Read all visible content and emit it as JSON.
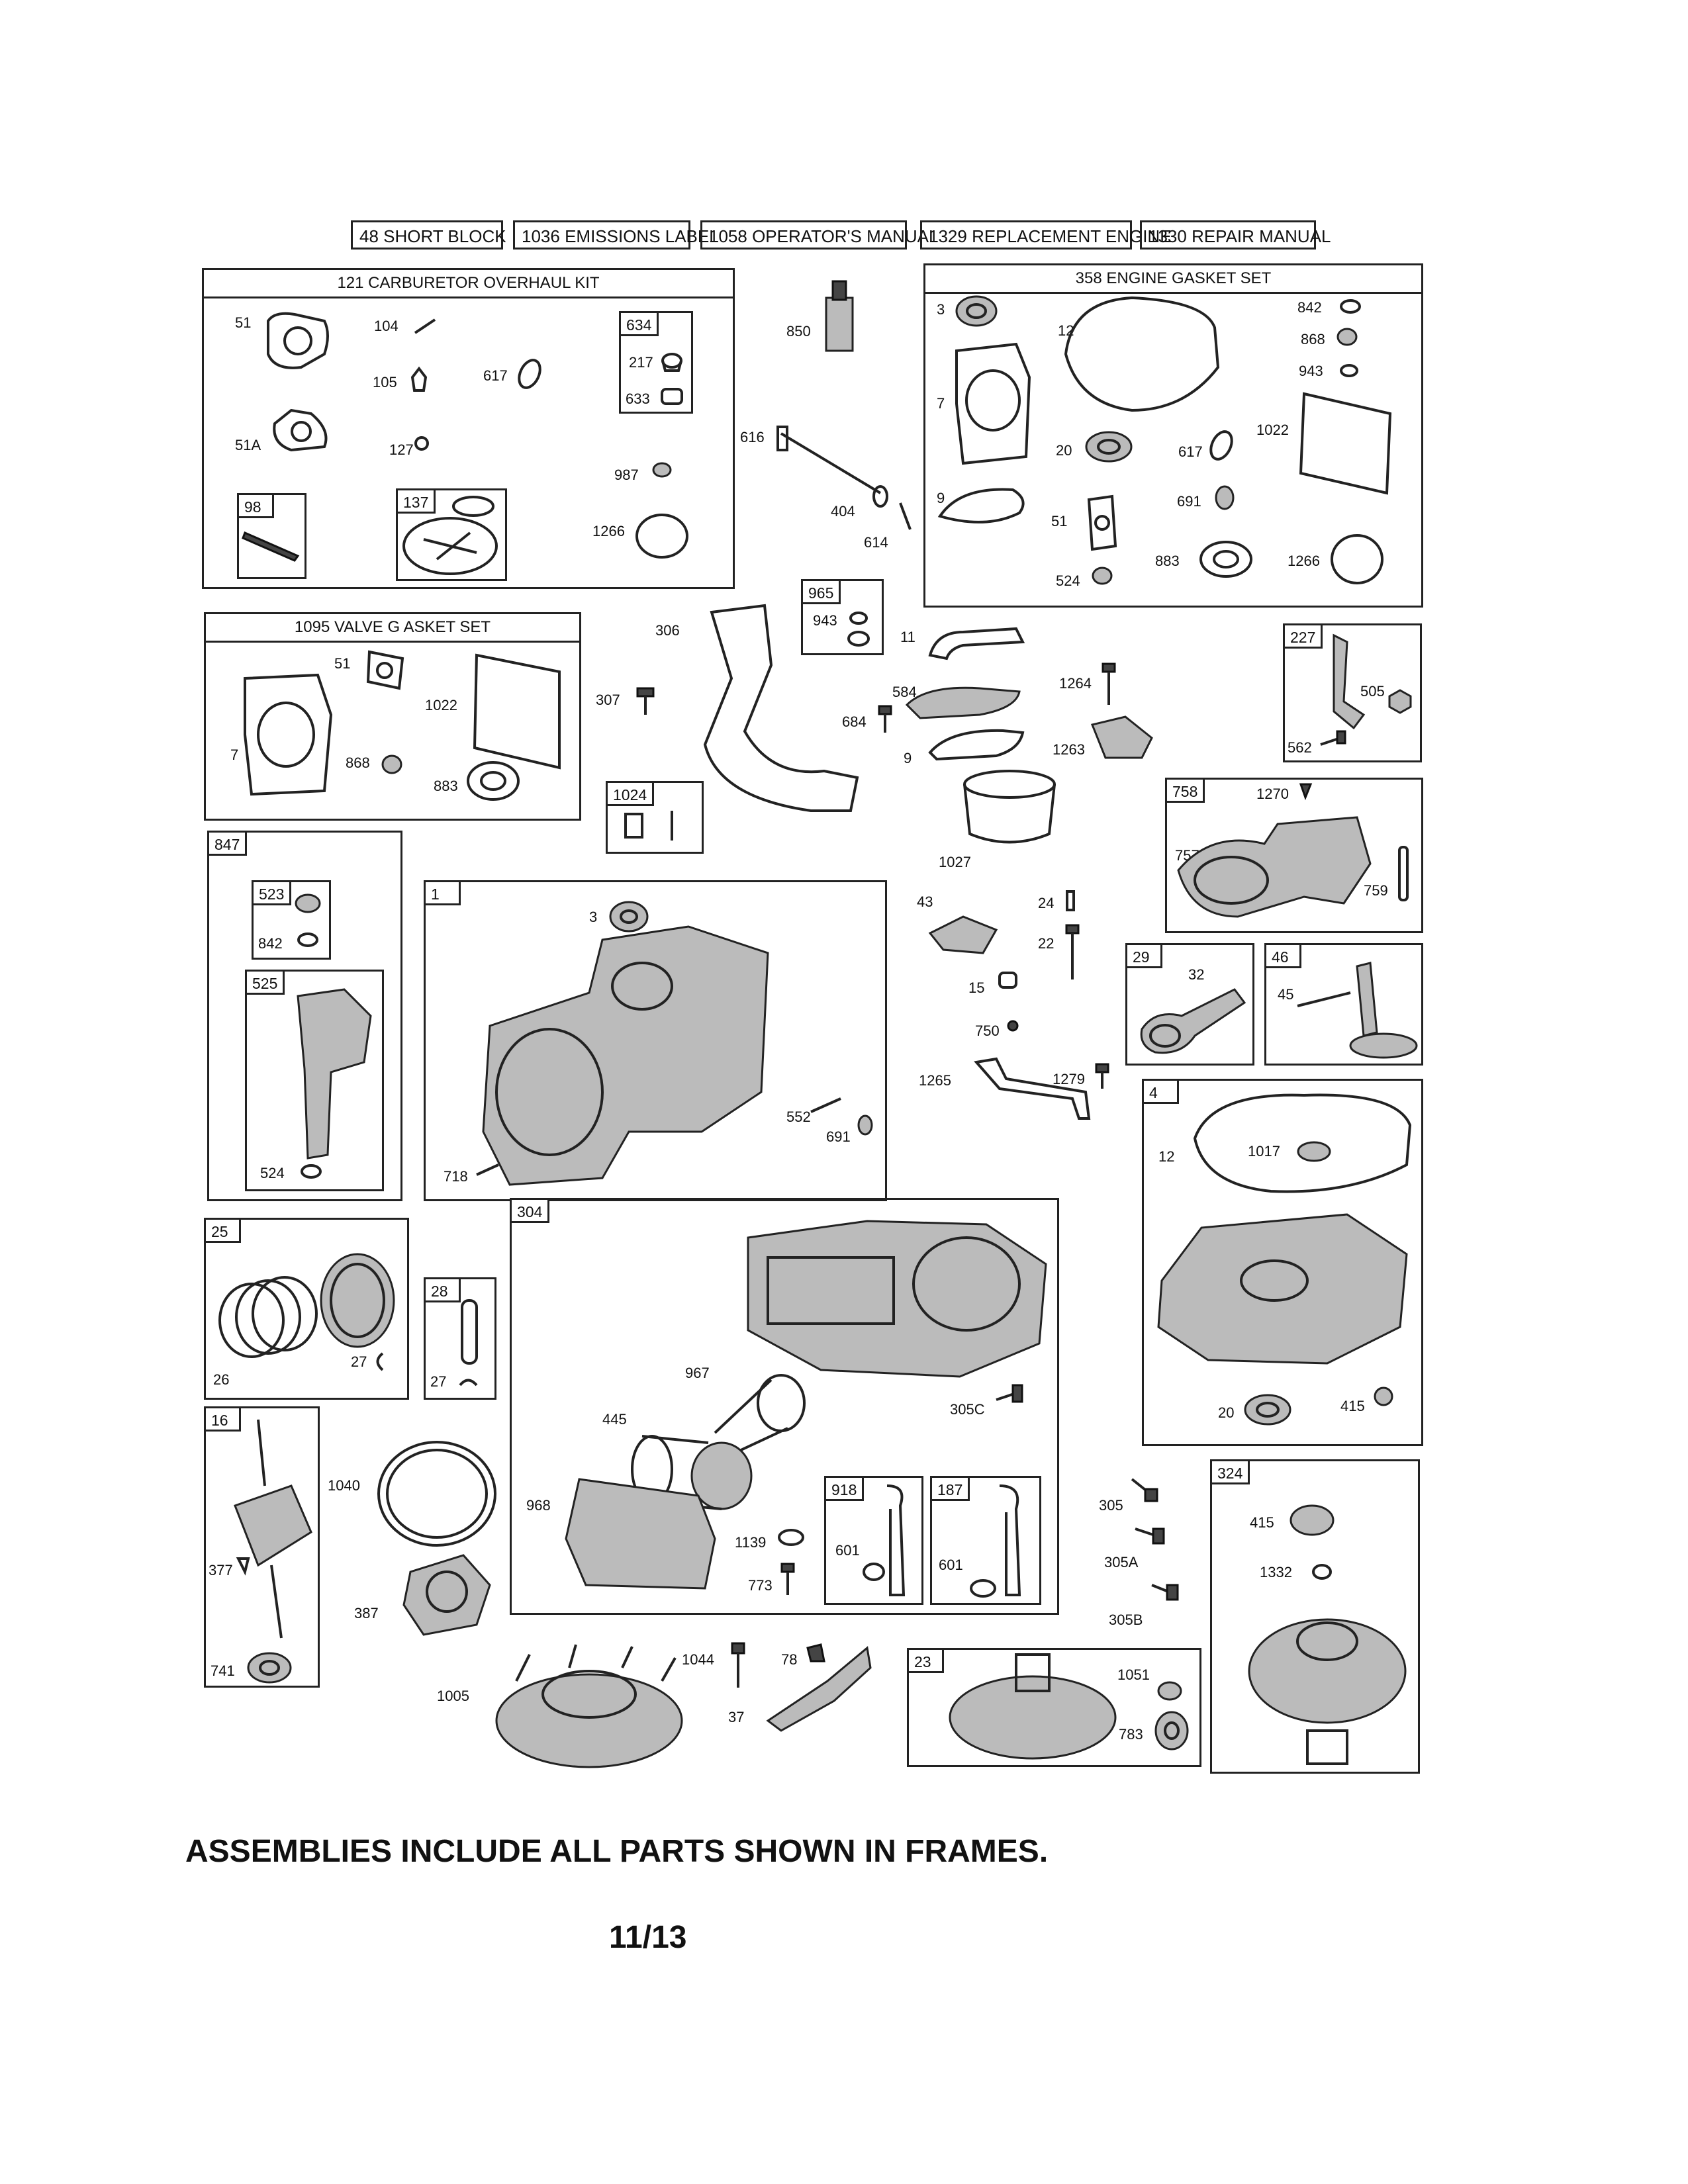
{
  "header_items": [
    "48 SHORT BLOCK",
    "1036 EMISSIONS LABEL",
    "1058 OPERATOR'S MANUAL",
    "1329 REPLACEMENT ENGINE",
    "1330 REPAIR MANUAL"
  ],
  "frames": {
    "carb_kit": "121 CARBURETOR OVERHAUL KIT",
    "gasket_set": "358 ENGINE GASKET SET",
    "valve_gasket": "1095 VALVE G   ASKET SET"
  },
  "tags": {
    "t634": "634",
    "t98": "98",
    "t137": "137",
    "t965": "965",
    "t227": "227",
    "t1024": "1024",
    "t847": "847",
    "t523": "523",
    "t525": "525",
    "t1": "1",
    "t758": "758",
    "t29": "29",
    "t46": "46",
    "t4": "4",
    "t25": "25",
    "t28": "28",
    "t304": "304",
    "t16": "16",
    "t918": "918",
    "t187": "187",
    "t324": "324",
    "t23": "23"
  },
  "labels": {
    "l51a": "51",
    "l104": "104",
    "l105": "105",
    "l617a": "617",
    "l217": "217",
    "l633": "633",
    "l51A": "51A",
    "l127": "127",
    "l987": "987",
    "l1266a": "1266",
    "l850": "850",
    "l616": "616",
    "l404": "404",
    "l614": "614",
    "l3a": "3",
    "l12a": "12",
    "l842a": "842",
    "l868a": "868",
    "l943a": "943",
    "l7a": "7",
    "l20a": "20",
    "l617b": "617",
    "l1022a": "1022",
    "l9a": "9",
    "l51b": "51",
    "l691a": "691",
    "l883a": "883",
    "l1266b": "1266",
    "l524a": "524",
    "l306": "306",
    "l307": "307",
    "l943b": "943",
    "l11": "11",
    "l584": "584",
    "l684": "684",
    "l9b": "9",
    "l1264": "1264",
    "l1263": "1263",
    "l505": "505",
    "l562": "562",
    "l51c": "51",
    "l1022b": "1022",
    "l7b": "7",
    "l868b": "868",
    "l883b": "883",
    "l1027": "1027",
    "l1270": "1270",
    "l757": "757",
    "l759": "759",
    "l842b": "842",
    "l524b": "524",
    "l3b": "3",
    "l552": "552",
    "l691b": "691",
    "l718": "718",
    "l43": "43",
    "l24": "24",
    "l22": "22",
    "l15": "15",
    "l750": "750",
    "l1265": "1265",
    "l1279": "1279",
    "l32": "32",
    "l45": "45",
    "l12b": "12",
    "l1017": "1017",
    "l20b": "20",
    "l415a": "415",
    "l26": "26",
    "l27a": "27",
    "l27b": "27",
    "l967": "967",
    "l445": "445",
    "l305C": "305C",
    "l968": "968",
    "l1139": "1139",
    "l773": "773",
    "l601a": "601",
    "l601b": "601",
    "l305": "305",
    "l305A": "305A",
    "l305B": "305B",
    "l415b": "415",
    "l1332": "1332",
    "l1040": "1040",
    "l377": "377",
    "l387": "387",
    "l741": "741",
    "l1005": "1005",
    "l1044": "1044",
    "l78": "78",
    "l37": "37",
    "l1051": "1051",
    "l783": "783"
  },
  "footer_text": "ASSEMBLIES INCLUDE ALL PARTS SHOWN IN FRAMES.",
  "page_number": "11/13"
}
